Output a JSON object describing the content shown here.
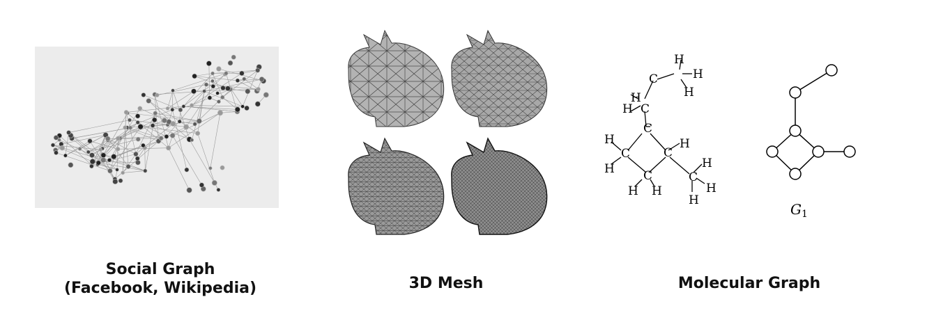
{
  "captions": {
    "social_line1": "Social Graph",
    "social_line2": "(Facebook, Wikipedia)",
    "mesh": "3D Mesh",
    "molecular": "Molecular Graph"
  },
  "molecule": {
    "carbon": "C",
    "hydrogen": "H",
    "graph_label": "G",
    "graph_label_sub": "1"
  },
  "colors": {
    "mesh_fill": "#a9a9a9",
    "node_dark": "#333333",
    "edge": "#8a8a8a"
  }
}
